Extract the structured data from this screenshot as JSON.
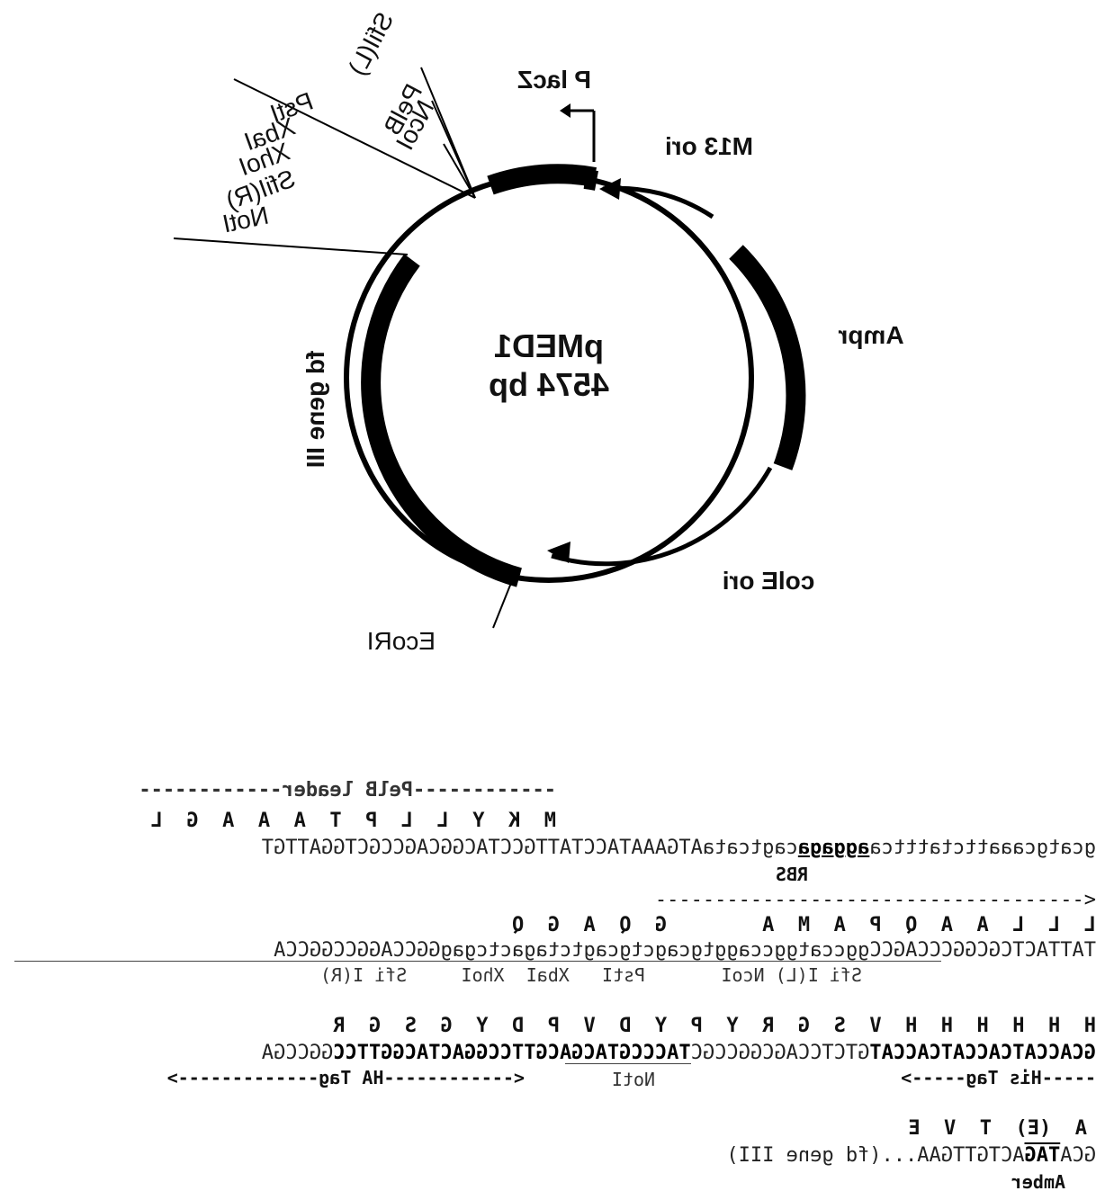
{
  "plasmid": {
    "name": "pMED1",
    "size": "4574 bp",
    "genes": {
      "plac": "P lacZ",
      "m13": "M13 ori",
      "amp": "Ampr",
      "cole": "colE ori",
      "fd": "fd gene III"
    },
    "sites": {
      "pelb": "PelB",
      "sfil_l": "SfiI(L)",
      "ncoi": "NcoI",
      "psti": "PstI",
      "xbai": "XbaI",
      "xhoi": "XhoI",
      "sfil_r": "SfiI(R)",
      "noti": "NotI",
      "ecori": "EcoRI"
    }
  },
  "sequence": {
    "block1": {
      "feature": "------------PelB leader------------",
      "protein": "M  K  Y  L  L  P  T  A  A  A  G  L",
      "dna_pre": "gcatgcaaattctatttca",
      "dna_rbs": "aggaga",
      "dna_post": "cagtcataATGAAATACCTATTGCCTACGGCAGCCGCTGGATTGT",
      "rbs_label": "RBS"
    },
    "block2": {
      "feature": "<------------------------------------",
      "protein": "L  L  L  A  A  Q  P  A  M  A        G  Q  A  G  Q",
      "dna": "TATTACTCGCGGCCCAGCCggccatggccaggtgcagctgcagtctagactcgagGGCCAGGCCGGCCA",
      "sites": "Sfi I(L) NcoI       PstI   XbaI  XhoI     Sfi I(R)"
    },
    "block3": {
      "protein": "H  H  H  H  H  H  V  S  G  R  Y  P  Y  D  V  P  D  Y  G  S  G  R",
      "dna_a": "GCACCATCACCATCACCAT",
      "dna_b": "GTCTCCAGCGGCCGC",
      "dna_c": "TACCCGTACGACGTTCCGGACTACGGTTCC",
      "dna_d": "GGCCGA",
      "his": "-----His Tag----->",
      "noti": "NotI",
      "ha": "<------------HA Tag------------->"
    },
    "block4": {
      "protein": "A  (E)  T  V  E",
      "dna_pre": "GCA",
      "dna_tag": "TAG",
      "dna_post": "ACTGTTGAA...(fd gene III)",
      "amber": "Amber"
    }
  }
}
